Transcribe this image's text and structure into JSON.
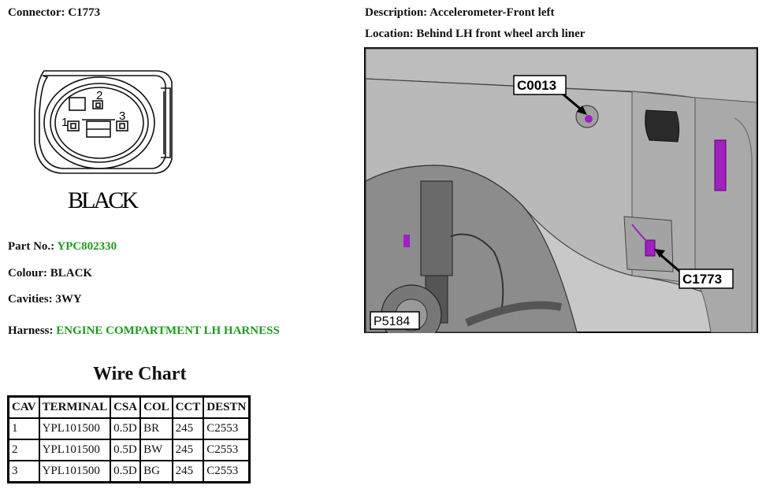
{
  "connector": {
    "label": "Connector:",
    "value": "C1773"
  },
  "description": {
    "label": "Description:",
    "value": "Accelerometer-Front left"
  },
  "location": {
    "label": "Location:",
    "value": "Behind LH front wheel arch liner"
  },
  "diagram": {
    "pin1": "1",
    "pin2": "2",
    "pin3": "3",
    "color_label": "BLACK"
  },
  "photo": {
    "callout_top": "C0013",
    "callout_bottom": "C1773",
    "ref": "P5184"
  },
  "part_no": {
    "label": "Part No.:",
    "value": "YPC802330"
  },
  "colour": {
    "label": "Colour:",
    "value": "BLACK"
  },
  "cavities": {
    "label": "Cavities:",
    "value": "3WY"
  },
  "harness": {
    "label": "Harness:",
    "value": "ENGINE COMPARTMENT LH HARNESS"
  },
  "colors": {
    "green": "#1f9a1f",
    "highlight": "#a020c0"
  },
  "wire_chart": {
    "title": "Wire Chart",
    "headers": [
      "CAV",
      "TERMINAL",
      "CSA",
      "COL",
      "CCT",
      "DESTN"
    ],
    "rows": [
      [
        "1",
        "YPL101500",
        "0.5D",
        "BR",
        "245",
        "C2553"
      ],
      [
        "2",
        "YPL101500",
        "0.5D",
        "BW",
        "245",
        "C2553"
      ],
      [
        "3",
        "YPL101500",
        "0.5D",
        "BG",
        "245",
        "C2553"
      ]
    ]
  }
}
